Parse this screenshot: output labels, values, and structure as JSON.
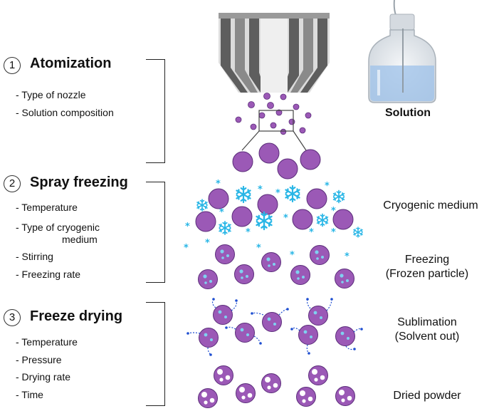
{
  "steps": [
    {
      "number": "1",
      "title": "Atomization",
      "params": [
        "- Type of nozzle",
        "- Solution composition"
      ]
    },
    {
      "number": "2",
      "title": "Spray freezing",
      "params": [
        "- Temperature",
        "- Type of cryogenic",
        "medium",
        "- Stirring",
        "- Freezing rate"
      ]
    },
    {
      "number": "3",
      "title": "Freeze drying",
      "params": [
        "- Temperature",
        "- Pressure",
        "- Drying rate",
        "- Time"
      ]
    }
  ],
  "labels": {
    "solution": "Solution",
    "cryogenic": "Cryogenic medium",
    "freezing_1": "Freezing",
    "freezing_2": "(Frozen particle)",
    "sublimation_1": "Sublimation",
    "sublimation_2": "(Solvent out)",
    "dried": "Dried powder"
  },
  "colors": {
    "particle": "#9b59b6",
    "particle_dark": "#5b2d7a",
    "ice": "#29b6e6",
    "nozzle": "#6f6f6f",
    "vapor": "#1f4fd1"
  },
  "icons": [
    "nozzle-icon",
    "solution-bottle-icon",
    "snowflake-icon"
  ]
}
